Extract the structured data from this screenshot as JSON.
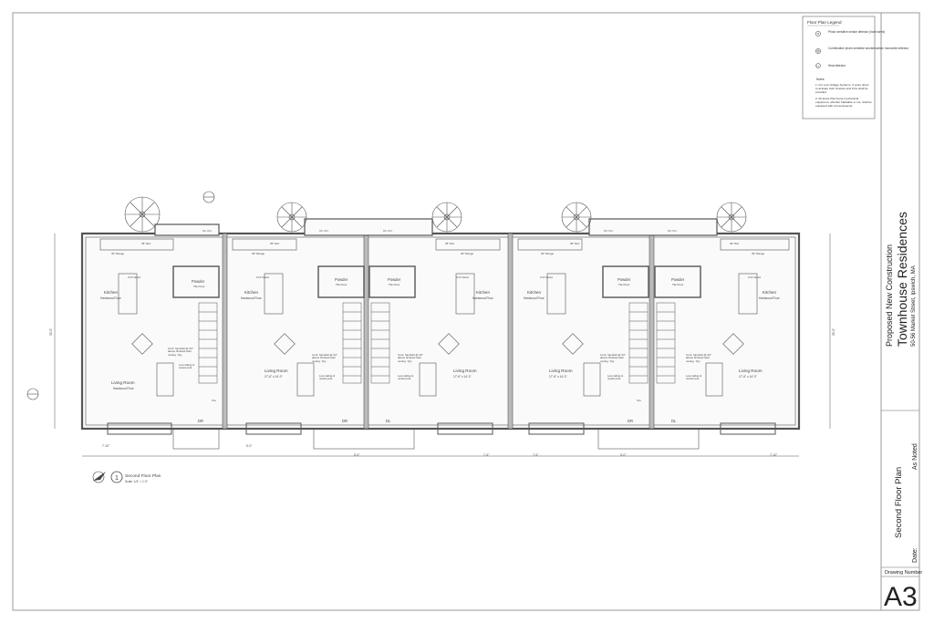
{
  "legend": {
    "title": "Floor Plan Legend",
    "items": [
      {
        "symbol": "smoke-detector-icon",
        "label": "Photo sensitive smoke detector (hard wired)"
      },
      {
        "symbol": "combo-detector-icon",
        "label": "Combination photo sensitive smoke/carbon monoxide detector"
      },
      {
        "symbol": "heat-detector-icon",
        "label": "Heat detector"
      }
    ],
    "notes_title": "Notes:",
    "notes": [
      "1. For Low Voltage Systems, 3 voice driver to activate both Smokes and COs shall be provided",
      "2. All areas that house mechanical equipment, whether habitable or not, shall be equipped with a heat detector."
    ]
  },
  "title_block": {
    "project_line1": "Proposed New Construction",
    "project_name": "Townhouse Residences",
    "address": "50-56 Market Street, Ipswich, MA",
    "sheet_title": "Second Floor Plan",
    "scale_value": "As Noted",
    "date_label": "Date:",
    "drawing_number_label": "Drawing Number",
    "drawing_number": "A3"
  },
  "plan": {
    "view_number": "1",
    "view_title": "Second Floor Plan",
    "view_scale": "Scale: 1/4\" = 1'-0\"",
    "rooms": {
      "kitchen": "Kitchen",
      "kitchen_floor": "Hardwood Floor",
      "living": "Living Room",
      "living_floor": "Hardwood Floor",
      "living_dim": "17'-6\" x 14'-0\"",
      "powder": "Powder",
      "powder_floor": "Tile Floor",
      "range": "30\" Range",
      "ref": "36\" Ref.",
      "island": "2'x3' Island",
      "dr": "DR",
      "dl": "DL",
      "handrail_note": "Cont. handrail @ 34\" above finished stair nosing. Typ.",
      "railing_note": "Low railing & newel post",
      "clo": "Clo.",
      "ch_fin": "Ch. Fin."
    },
    "dims": {
      "overall_depth": "30'-0\"",
      "unit_width": "7'-10\"",
      "span_a": "5'-0\"",
      "span_b": "7'-6\""
    }
  }
}
